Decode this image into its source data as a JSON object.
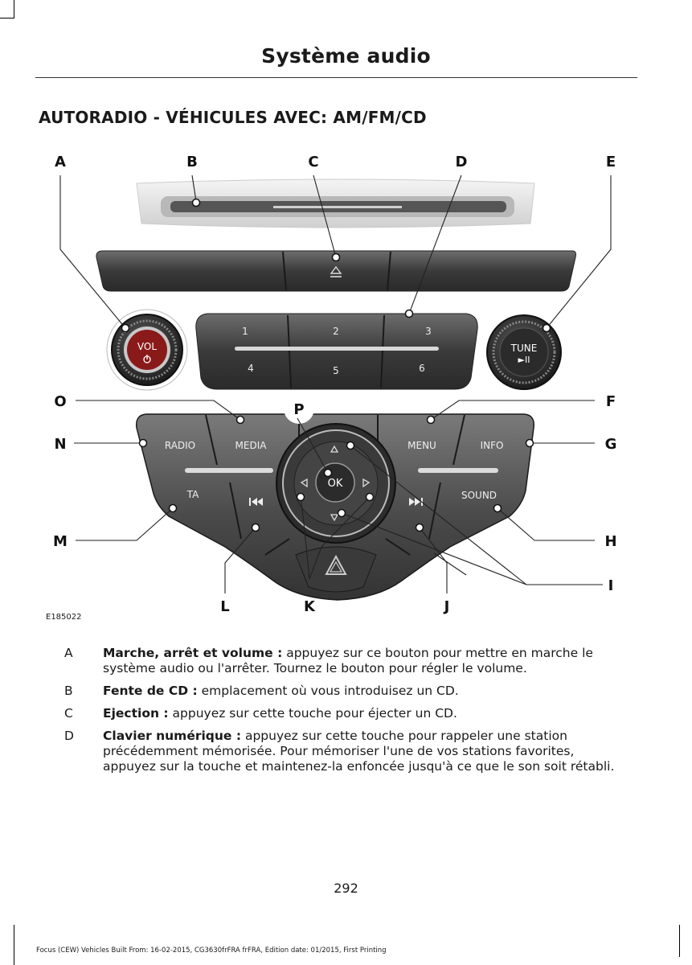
{
  "header": {
    "title": "Système audio"
  },
  "section": {
    "heading": "AUTORADIO - VÉHICULES AVEC: AM/FM/CD"
  },
  "figure": {
    "id": "E185022",
    "callout_letters": [
      "A",
      "B",
      "C",
      "D",
      "E",
      "F",
      "G",
      "H",
      "I",
      "J",
      "K",
      "L",
      "M",
      "N",
      "O",
      "P"
    ],
    "buttons": {
      "vol": "VOL",
      "tune": "TUNE",
      "tune_sub": "►II",
      "preset_1": "1",
      "preset_2": "2",
      "preset_3": "3",
      "preset_4": "4",
      "preset_5": "5",
      "preset_6": "6",
      "radio": "RADIO",
      "media": "MEDIA",
      "menu": "MENU",
      "info": "INFO",
      "ta": "TA",
      "sound": "SOUND",
      "ok": "OK"
    }
  },
  "callouts": [
    {
      "letter": "A",
      "term": "Marche, arrêt et volume :",
      "text": " appuyez sur ce bouton pour mettre en marche le système audio ou l'arrêter. Tournez le bouton pour régler le volume."
    },
    {
      "letter": "B",
      "term": "Fente de CD :",
      "text": " emplacement où vous introduisez un CD."
    },
    {
      "letter": "C",
      "term": "Ejection :",
      "text": " appuyez sur cette touche pour éjecter un CD."
    },
    {
      "letter": "D",
      "term": "Clavier numérique :",
      "text": " appuyez sur cette touche pour rappeler une station précédemment mémorisée. Pour mémoriser l'une de vos stations favorites, appuyez sur la touche et maintenez-la enfoncée jusqu'à ce que le son soit rétabli."
    }
  ],
  "page_number": "292",
  "footer": "Focus (CEW) Vehicles Built From: 16-02-2015, CG3630frFRA frFRA, Edition date: 01/2015, First Printing"
}
